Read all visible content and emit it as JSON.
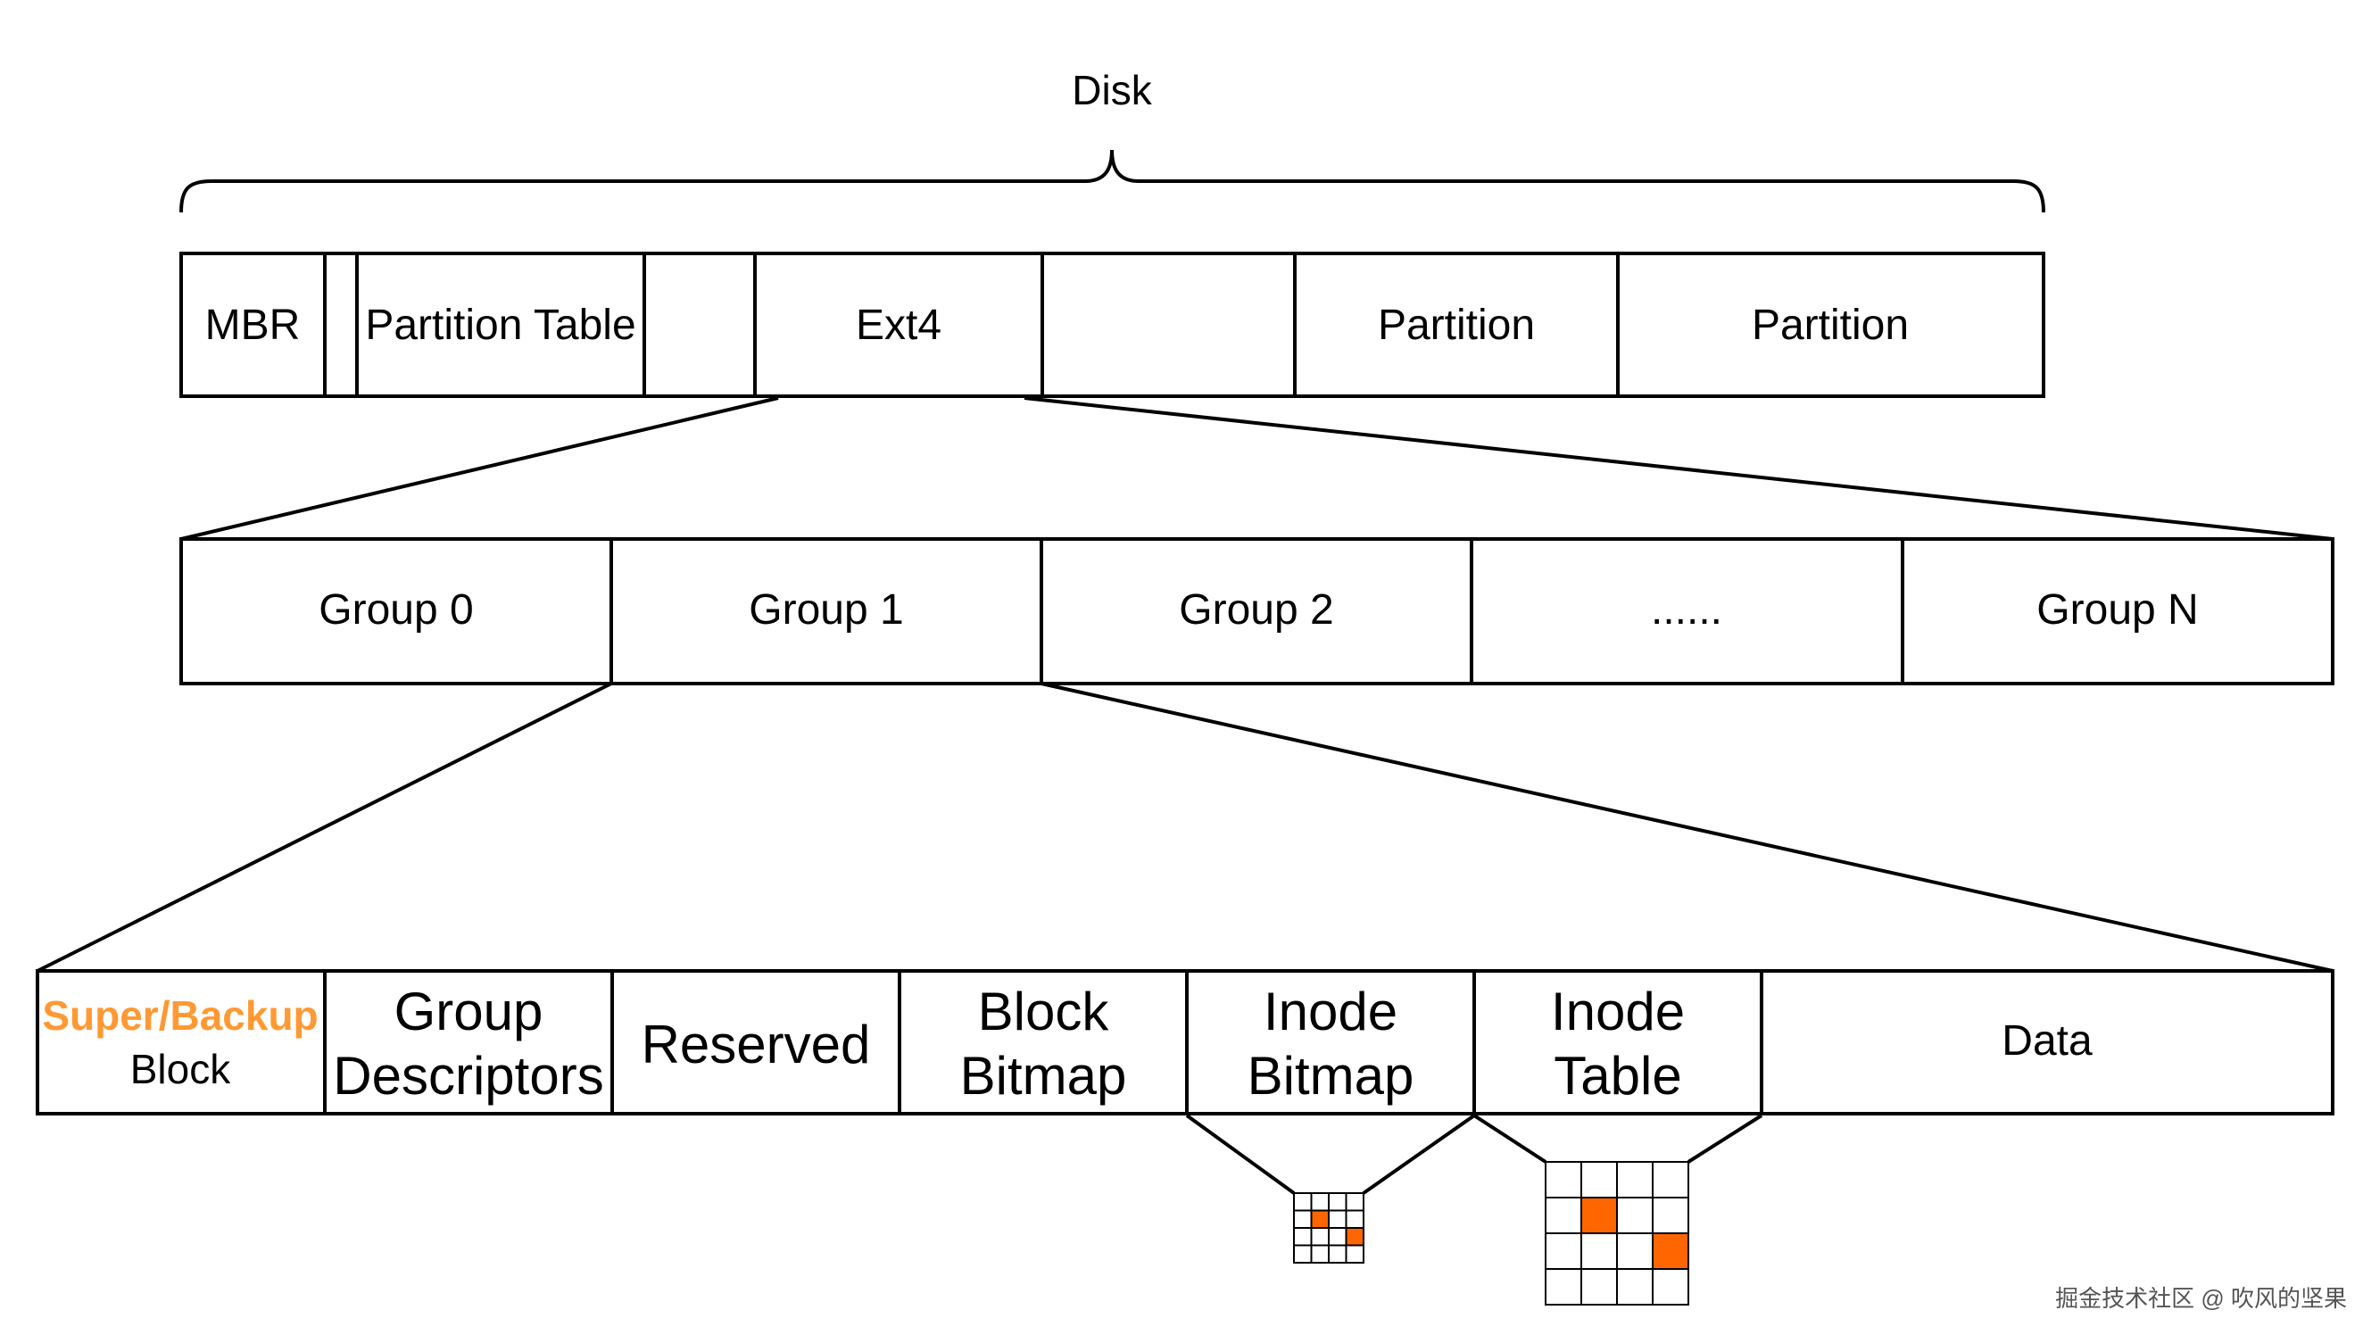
{
  "disk": {
    "label": "Disk",
    "cells": [
      "MBR",
      "",
      "Partition Table",
      "",
      "Ext4",
      "",
      "Partition",
      "Partition"
    ]
  },
  "groups": {
    "cells": [
      "Group 0",
      "Group 1",
      "Group 2",
      "......",
      "Group N"
    ]
  },
  "block_group": {
    "super_block": {
      "line1": "Super/Backup",
      "line2": "Block"
    },
    "group_descriptors": {
      "line1": "Group",
      "line2": "Descriptors"
    },
    "reserved": "Reserved",
    "block_bitmap": {
      "line1": "Block",
      "line2": "Bitmap"
    },
    "inode_bitmap": {
      "line1": "Inode",
      "line2": "Bitmap"
    },
    "inode_table": {
      "line1": "Inode",
      "line2": "Table"
    },
    "data": "Data"
  },
  "inode_bitmap_grid": {
    "rows": 4,
    "cols": 4,
    "marked": [
      [
        1,
        1
      ],
      [
        2,
        3
      ]
    ]
  },
  "inode_table_grid": {
    "rows": 4,
    "cols": 4,
    "marked": [
      [
        1,
        1
      ],
      [
        2,
        3
      ]
    ]
  },
  "colors": {
    "accent": "#ff9933",
    "marked_cell": "#ff6600"
  },
  "watermark": "掘金技术社区 @ 吹风的坚果"
}
